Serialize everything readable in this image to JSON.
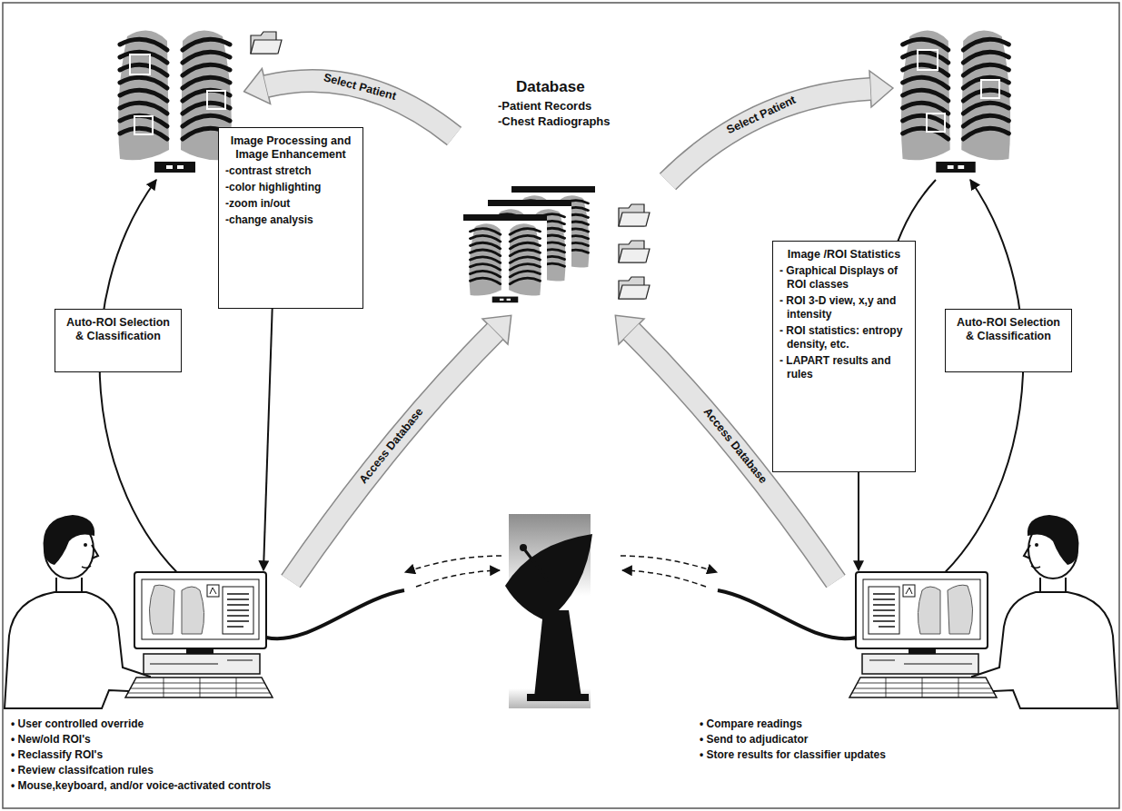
{
  "diagram": {
    "nodes": [
      {
        "text": [
          "Auto-ROI Selection & Classification"
        ]
      },
      {
        "text": [
          "Image Processing and Image Enhancement",
          "-contrast stretch",
          "-color highlighting",
          "-zoom in/out",
          "-change analysis"
        ]
      },
      {
        "text": [
          "Image /ROI Statistics",
          "- Graphical Displays of ROI classes",
          "- ROI 3-D view, x,y and intensity",
          "- ROI statistics: entropy density, etc.",
          "- LAPART results and rules"
        ]
      },
      {
        "text": [
          "Auto-ROI Selection & Classification"
        ]
      }
    ],
    "labels": [
      "Database",
      "-Patient Records",
      "-Chest Radiographs",
      "Select Patient",
      "Select Patient",
      "Access Database",
      "Access Database",
      "• User controlled override",
      "• New/old ROI's",
      "• Reclassify ROI's",
      "• Review classifcation rules",
      "• Mouse,keyboard, and/or voice-activated controls",
      "• Compare readings",
      "• Send to adjudicator",
      "• Store results for classifier updates"
    ]
  }
}
